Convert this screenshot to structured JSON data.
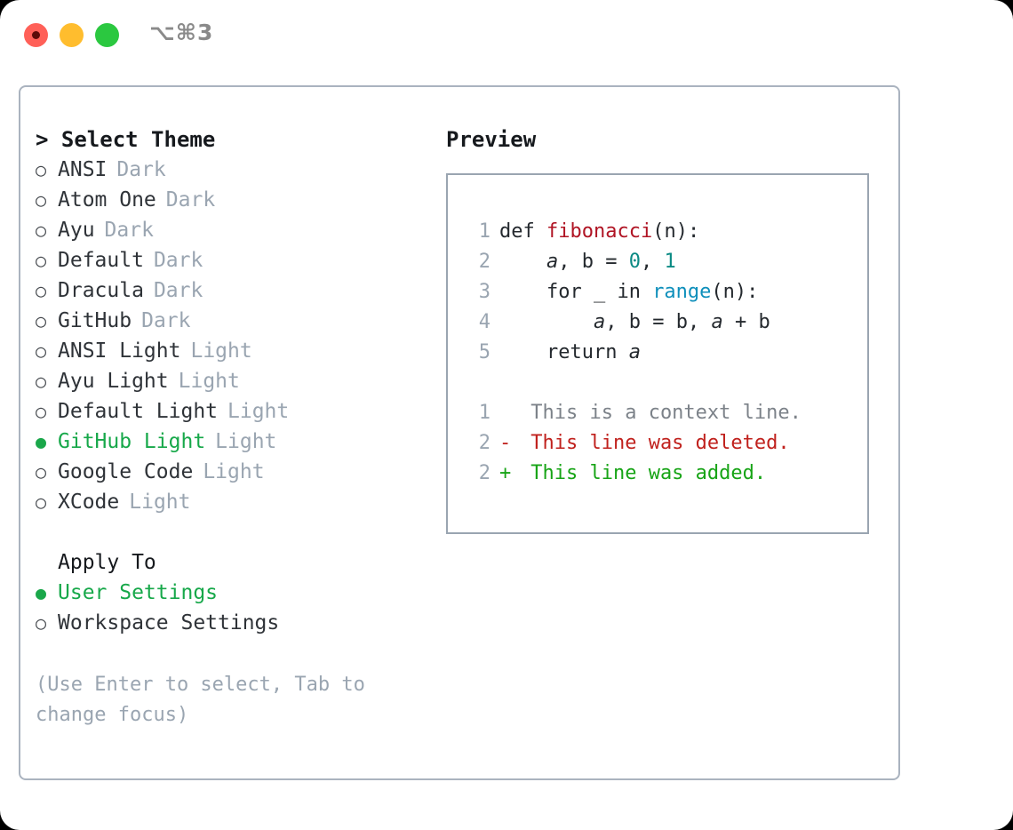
{
  "window": {
    "shortcut": "⌥⌘3",
    "traffic_lights": [
      {
        "name": "close",
        "color": "#ff6058"
      },
      {
        "name": "minimize",
        "color": "#ffbd2e"
      },
      {
        "name": "maximize",
        "color": "#2bc840"
      }
    ]
  },
  "theme_panel": {
    "heading": "> Select Theme",
    "selected_bullet": "●",
    "unselected_bullet": "○",
    "items": [
      {
        "label": "ANSI",
        "badge": "Dark",
        "selected": false
      },
      {
        "label": "Atom One",
        "badge": "Dark",
        "selected": false
      },
      {
        "label": "Ayu",
        "badge": "Dark",
        "selected": false
      },
      {
        "label": "Default",
        "badge": "Dark",
        "selected": false
      },
      {
        "label": "Dracula",
        "badge": "Dark",
        "selected": false
      },
      {
        "label": "GitHub",
        "badge": "Dark",
        "selected": false
      },
      {
        "label": "ANSI Light",
        "badge": "Light",
        "selected": false
      },
      {
        "label": "Ayu Light",
        "badge": "Light",
        "selected": false
      },
      {
        "label": "Default Light",
        "badge": "Light",
        "selected": false
      },
      {
        "label": "GitHub Light",
        "badge": "Light",
        "selected": true
      },
      {
        "label": "Google Code",
        "badge": "Light",
        "selected": false
      },
      {
        "label": "XCode",
        "badge": "Light",
        "selected": false
      }
    ]
  },
  "apply_to": {
    "heading": "Apply To",
    "options": [
      {
        "label": "User Settings",
        "selected": true
      },
      {
        "label": "Workspace Settings",
        "selected": false
      }
    ]
  },
  "hint": "(Use Enter to select, Tab to change focus)",
  "preview": {
    "heading": "Preview",
    "code_lines": [
      {
        "num": "1",
        "parts": [
          {
            "text": "def ",
            "style": "plain"
          },
          {
            "text": "fibonacci",
            "style": "func"
          },
          {
            "text": "(n):",
            "style": "plain"
          }
        ]
      },
      {
        "num": "2",
        "parts": [
          {
            "text": "    ",
            "style": "plain"
          },
          {
            "text": "a",
            "style": "ident"
          },
          {
            "text": ", ",
            "style": "plain"
          },
          {
            "text": "b",
            "style": "plain"
          },
          {
            "text": " = ",
            "style": "plain"
          },
          {
            "text": "0",
            "style": "num"
          },
          {
            "text": ", ",
            "style": "plain"
          },
          {
            "text": "1",
            "style": "num"
          }
        ]
      },
      {
        "num": "3",
        "parts": [
          {
            "text": "    for _ in ",
            "style": "plain"
          },
          {
            "text": "range",
            "style": "call"
          },
          {
            "text": "(n):",
            "style": "plain"
          }
        ]
      },
      {
        "num": "4",
        "parts": [
          {
            "text": "        ",
            "style": "plain"
          },
          {
            "text": "a",
            "style": "ident"
          },
          {
            "text": ", ",
            "style": "plain"
          },
          {
            "text": "b",
            "style": "plain"
          },
          {
            "text": " = ",
            "style": "plain"
          },
          {
            "text": "b",
            "style": "plain"
          },
          {
            "text": ", ",
            "style": "plain"
          },
          {
            "text": "a",
            "style": "ident"
          },
          {
            "text": " + ",
            "style": "plain"
          },
          {
            "text": "b",
            "style": "plain"
          }
        ]
      },
      {
        "num": "5",
        "parts": [
          {
            "text": "    return ",
            "style": "plain"
          },
          {
            "text": "a",
            "style": "ident"
          }
        ]
      }
    ],
    "diff_lines": [
      {
        "num": "1",
        "sign": " ",
        "text": " This is a context line.",
        "kind": "ctx"
      },
      {
        "num": "2",
        "sign": "-",
        "text": " This line was deleted.",
        "kind": "del"
      },
      {
        "num": "2",
        "sign": "+",
        "text": " This line was added.",
        "kind": "add"
      }
    ]
  },
  "colors": {
    "accent_green": "#17a84a",
    "badge_gray": "#9aa5b1",
    "border": "#9aa5b1",
    "func_red": "#b01424",
    "number_teal": "#0b8a84",
    "call_blue": "#0e8fbb",
    "diff_add": "#17a416",
    "diff_del": "#c0211d"
  }
}
